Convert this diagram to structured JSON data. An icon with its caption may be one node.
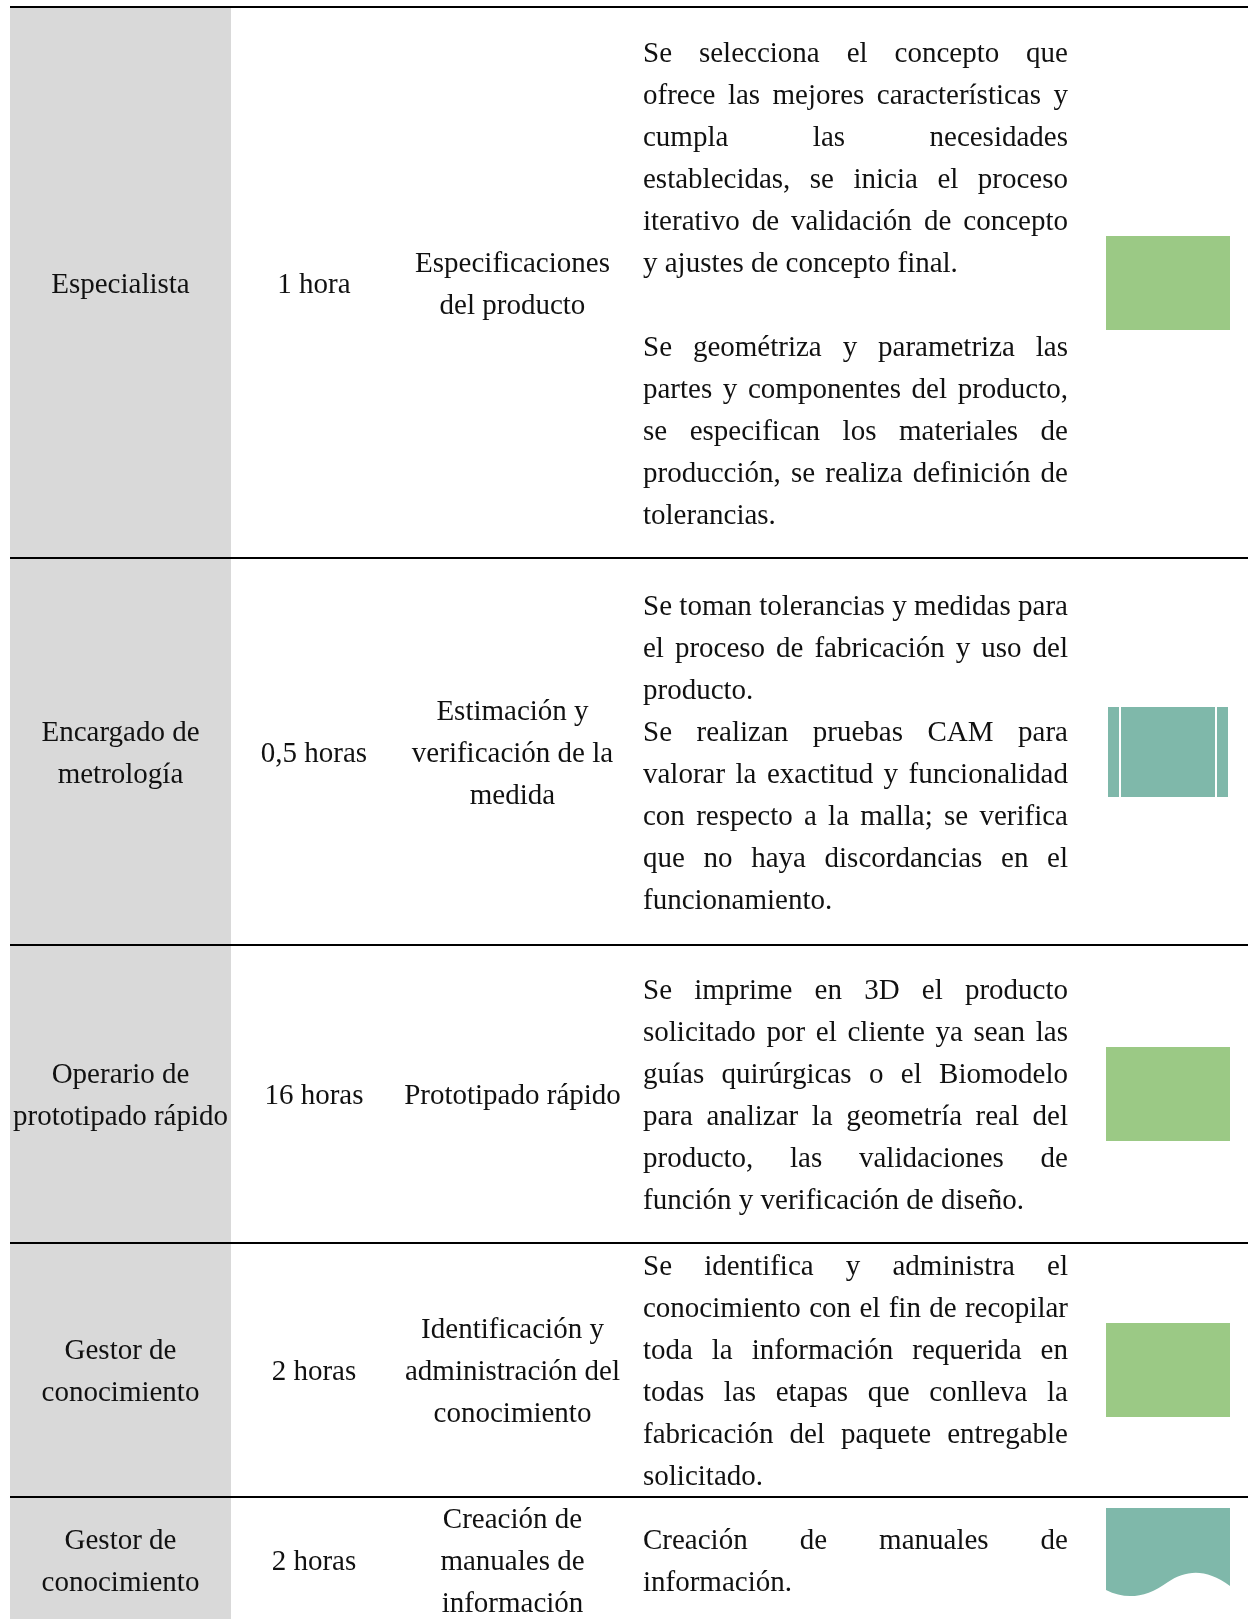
{
  "diagram": {
    "labels": [
      "Especialista",
      "1 hora",
      "Especificaciones del producto",
      "Se selecciona el concepto que ofrece las mejores características y cumpla las necesidades establecidas, se inicia el proceso iterativo de validación de concepto y ajustes de concepto final.",
      "Se geométriza y parametriza las partes y componentes del producto, se especifican los materiales de producción, se realiza definición de tolerancias.",
      "Encargado de metrología",
      "0,5 horas",
      "Estimación y verificación de la medida",
      "Se toman tolerancias y medidas para el proceso de fabricación y uso del producto.",
      "Se realizan pruebas CAM para valorar la exactitud y funcionalidad con respecto a la malla; se verifica que no haya discordancias en el funcionamiento.",
      "Operario de prototipado rápido",
      "16 horas",
      "Prototipado rápido",
      "Se imprime en 3D el producto solicitado por el cliente ya sean las guías quirúrgicas o el Biomodelo para analizar la geometría real del producto, las validaciones de función y verificación de diseño.",
      "Gestor de conocimiento",
      "2 horas",
      "Identificación y administración del conocimiento",
      "Se identifica y administra el conocimiento con el fin de recopilar toda la información requerida en todas las etapas que conlleva la fabricación del paquete entregable solicitado.",
      "Gestor de conocimiento",
      "2 horas",
      "Creación de manuales de información",
      "Creación de manuales de información."
    ]
  }
}
